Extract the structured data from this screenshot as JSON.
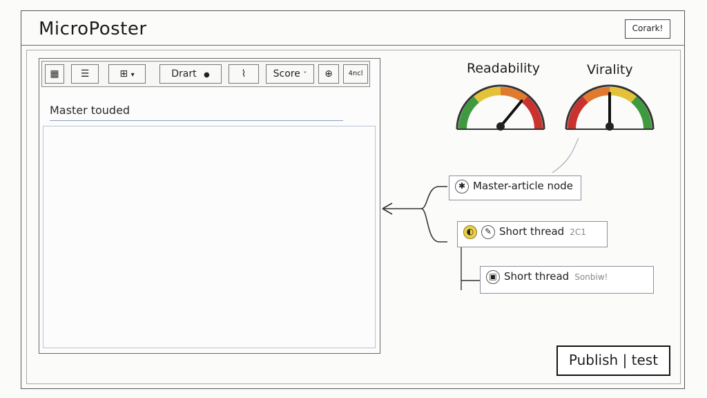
{
  "app": {
    "title": "MicroPoster",
    "corner_button": "Corark!"
  },
  "toolbar": {
    "draft_label": "Drart",
    "score_label": "Score",
    "score_caret": "˅",
    "last_label": "4ncl"
  },
  "editor": {
    "heading": "Master touded"
  },
  "gauges": [
    {
      "label": "Readability",
      "level": 0.72
    },
    {
      "label": "Virality",
      "level": 0.5
    }
  ],
  "nodes": [
    {
      "label": "Master-article node",
      "status": ""
    },
    {
      "label": "Short thread",
      "status": "2C1"
    },
    {
      "label": "Short thread",
      "status": "Sonbiw!"
    }
  ],
  "publish": {
    "label": "Publish | test"
  },
  "colors": {
    "gauge_green": "#3f9a3f",
    "gauge_yellow": "#e3c23a",
    "gauge_orange": "#e07a2e",
    "gauge_red": "#c9332e",
    "node_border": "#8a8fa0"
  }
}
